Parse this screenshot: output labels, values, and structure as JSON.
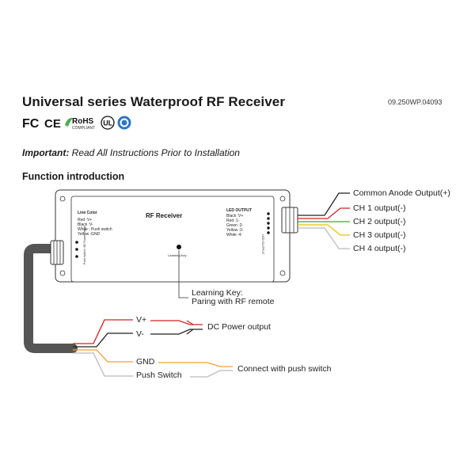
{
  "header": {
    "title": "Universal series Waterproof RF Receiver",
    "model_number": "09.250WP.04093"
  },
  "certifications": [
    "FC",
    "CE",
    "RoHS COMPLIANT",
    "UL",
    "certification seal"
  ],
  "rohs": {
    "line1": "RoHS",
    "line2": "COMPLIANT"
  },
  "notice": {
    "strong": "Important:",
    "text": " Read All Instructions Prior to Installation"
  },
  "section_title": "Function introduction",
  "device": {
    "name": "RF Receiver",
    "learning_key_label": "Learning Key",
    "input_legend": {
      "heading": "Line  Color",
      "rows": [
        "Red   :V+",
        "Black :V-",
        "White : Push switch",
        "Yellow :GND"
      ]
    },
    "led_output_legend": {
      "heading": "LED OUTPUT",
      "rows": [
        "Black :V+",
        "Red :1-",
        "Green :2-",
        "Yellow :3-",
        "White :4-"
      ],
      "side_label": "LED OUTPUT"
    },
    "side_label_left": "Push switch / DC Power / Input"
  },
  "outputs": [
    {
      "label": "Common Anode Output(+)",
      "color": "#222222"
    },
    {
      "label": "CH 1 output(-)",
      "color": "#d42020"
    },
    {
      "label": "CH 2 output(-)",
      "color": "#3aa63a"
    },
    {
      "label": "CH 3 output(-)",
      "color": "#e8c400"
    },
    {
      "label": "CH 4 output(-)",
      "color": "#bbbbbb"
    }
  ],
  "annotations": {
    "learning_key_line1": "Learning Key:",
    "learning_key_line2": "Paring with RF remote"
  },
  "inputs": {
    "vplus": {
      "label": "V+",
      "color": "#d42020"
    },
    "vminus": {
      "label": "V-",
      "color": "#222222"
    },
    "dc_power": "DC Power output",
    "gnd": {
      "label": "GND",
      "color": "#f0a030"
    },
    "push": {
      "label": "Push Switch",
      "color": "#bbbbbb"
    },
    "push_connect": "Connect with push switch"
  }
}
